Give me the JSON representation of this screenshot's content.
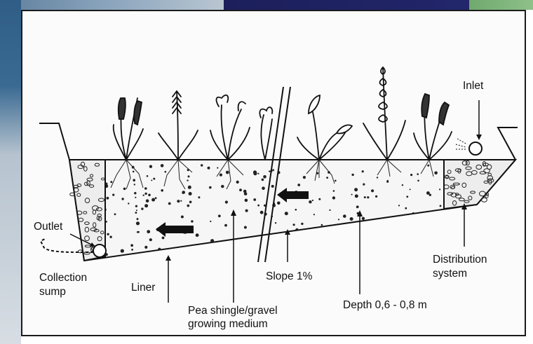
{
  "diagram": {
    "labels": {
      "inlet": "Inlet",
      "outlet": "Outlet",
      "collection_sump_1": "Collection",
      "collection_sump_2": "sump",
      "liner": "Liner",
      "slope": "Slope 1%",
      "pea_shingle_1": "Pea shingle/gravel",
      "pea_shingle_2": "growing medium",
      "depth": "Depth 0,6 - 0,8 m",
      "distribution_1": "Distribution",
      "distribution_2": "system"
    }
  },
  "colors": {
    "ink": "#111111",
    "frame_bg": "#fbfbfb",
    "gravel_fill": "#e9e9e9",
    "background_sky": "#2f5d86",
    "background_dark": "#1c1f5a",
    "background_teal": "#6fa96d"
  }
}
